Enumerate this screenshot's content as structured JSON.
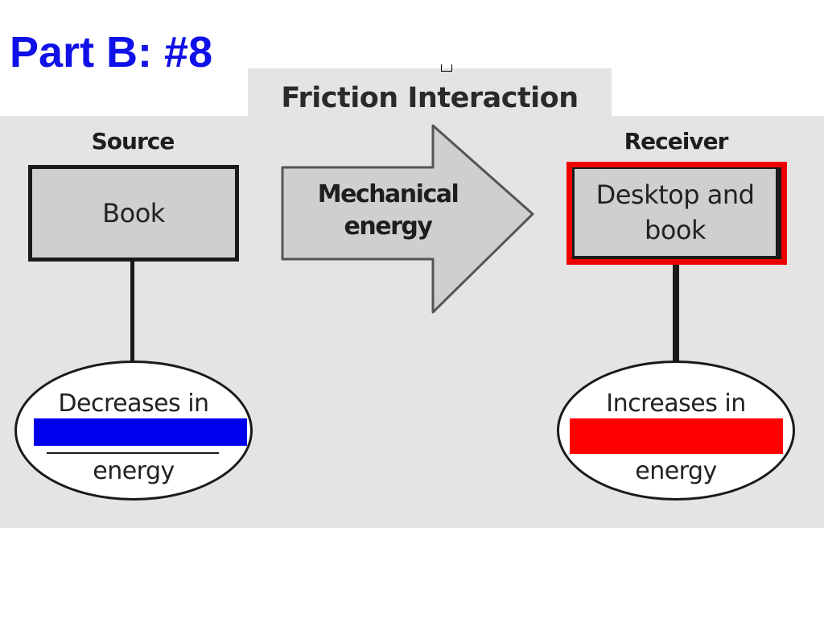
{
  "slide": {
    "title": "Part B: #8"
  },
  "diagram": {
    "title": "Friction Interaction",
    "source": {
      "heading": "Source",
      "box_label": "Book",
      "oval_top": "Decreases in",
      "oval_bottom": "energy",
      "blank_color": "#0000ee"
    },
    "receiver": {
      "heading": "Receiver",
      "box_label_line1": "Desktop and",
      "box_label_line2": "book",
      "oval_top": "Increases in",
      "oval_bottom": "energy",
      "blank_color": "#ff0000",
      "highlight_color": "#ee0000"
    },
    "transfer": {
      "label_line1": "Mechanical",
      "label_line2": "energy"
    }
  },
  "colors": {
    "title_blue": "#1010e8",
    "panel_gray": "#e4e4e4",
    "box_gray": "#cfcfcf"
  }
}
